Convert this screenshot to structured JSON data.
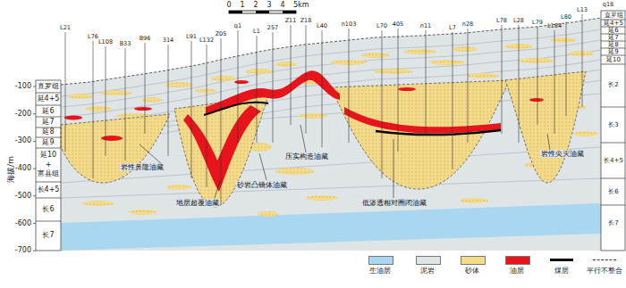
{
  "diagram": {
    "labels": [
      "0",
      "1",
      "2",
      "3",
      "4",
      "5km",
      "L21",
      "L76",
      "L108",
      "B33",
      "B96",
      "314",
      "L91",
      "L132",
      "Z05",
      "q1",
      "L1",
      "257",
      "Z11",
      "Z18",
      "L40",
      "n103",
      "L70",
      "405",
      "n11",
      "L7",
      "n28",
      "L78",
      "L28",
      "L79",
      "L184",
      "L80",
      "L13",
      "q18",
      "-100",
      "-200",
      "-300",
      "-400",
      "-500",
      "-600",
      "-700",
      "海拔/m",
      "直罗组",
      "延4+5",
      "延6",
      "延7",
      "延8",
      "延9",
      "延10",
      "+",
      "富县组",
      "长4+5",
      "长6",
      "长7",
      "直罗组",
      "延4+5",
      "延6",
      "延7",
      "延8",
      "延9",
      "延10",
      "长2",
      "长3",
      "长4+5",
      "长6",
      "长7",
      "岩性鼻隆油藏",
      "地层超覆油藏",
      "砂岩凸镜体油藏",
      "压实构造油藏",
      "低渗透相对圈闭油藏",
      "岩性尖灭油藏"
    ],
    "legend": [
      {
        "text": "生油层",
        "color": "#a9d7ef"
      },
      {
        "text": "泥岩",
        "color": "#dfe4e7"
      },
      {
        "text": "砂体",
        "color": "#f4db8a"
      },
      {
        "text": "油层",
        "color": "#e8141c"
      },
      {
        "text": "煤层"
      },
      {
        "text": "平行不整合"
      }
    ]
  }
}
